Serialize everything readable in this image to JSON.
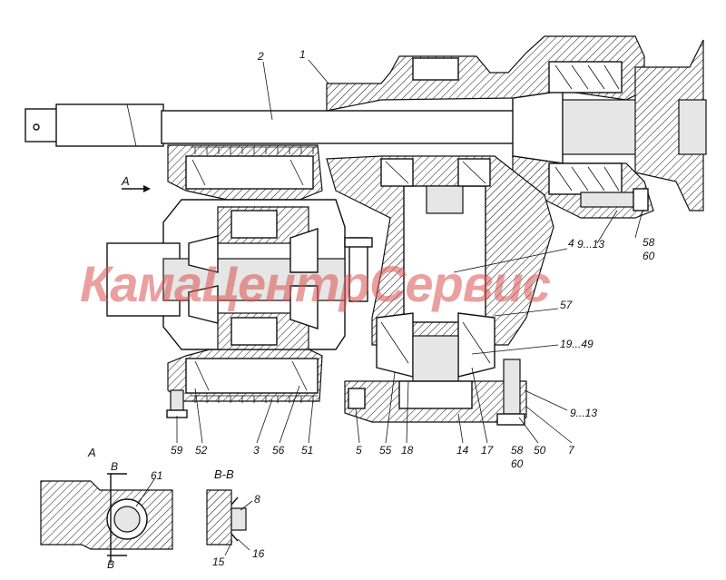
{
  "watermark": {
    "part1": "Кама",
    "part2": "Центр",
    "part3": "Сервис",
    "color": "#d9534f"
  },
  "view_labels": {
    "a_top": "A",
    "a_detail": "A",
    "bb_detail": "B-B",
    "b_top": "B",
    "b_bottom": "B"
  },
  "callouts": {
    "c1": "1",
    "c2": "2",
    "c4": "4",
    "c57": "57",
    "c19_49": "19...49",
    "c9_13_top": "9...13",
    "c58_top": "58",
    "c60_top": "60",
    "c9_13_bottom": "9...13",
    "c59": "59",
    "c52": "52",
    "c3": "3",
    "c56": "56",
    "c51": "51",
    "c5": "5",
    "c55": "55",
    "c18": "18",
    "c14": "14",
    "c17": "17",
    "c58_bottom": "58",
    "c60_bottom": "60",
    "c50": "50",
    "c7": "7",
    "c61": "61",
    "c8": "8",
    "c15": "15",
    "c16": "16"
  }
}
